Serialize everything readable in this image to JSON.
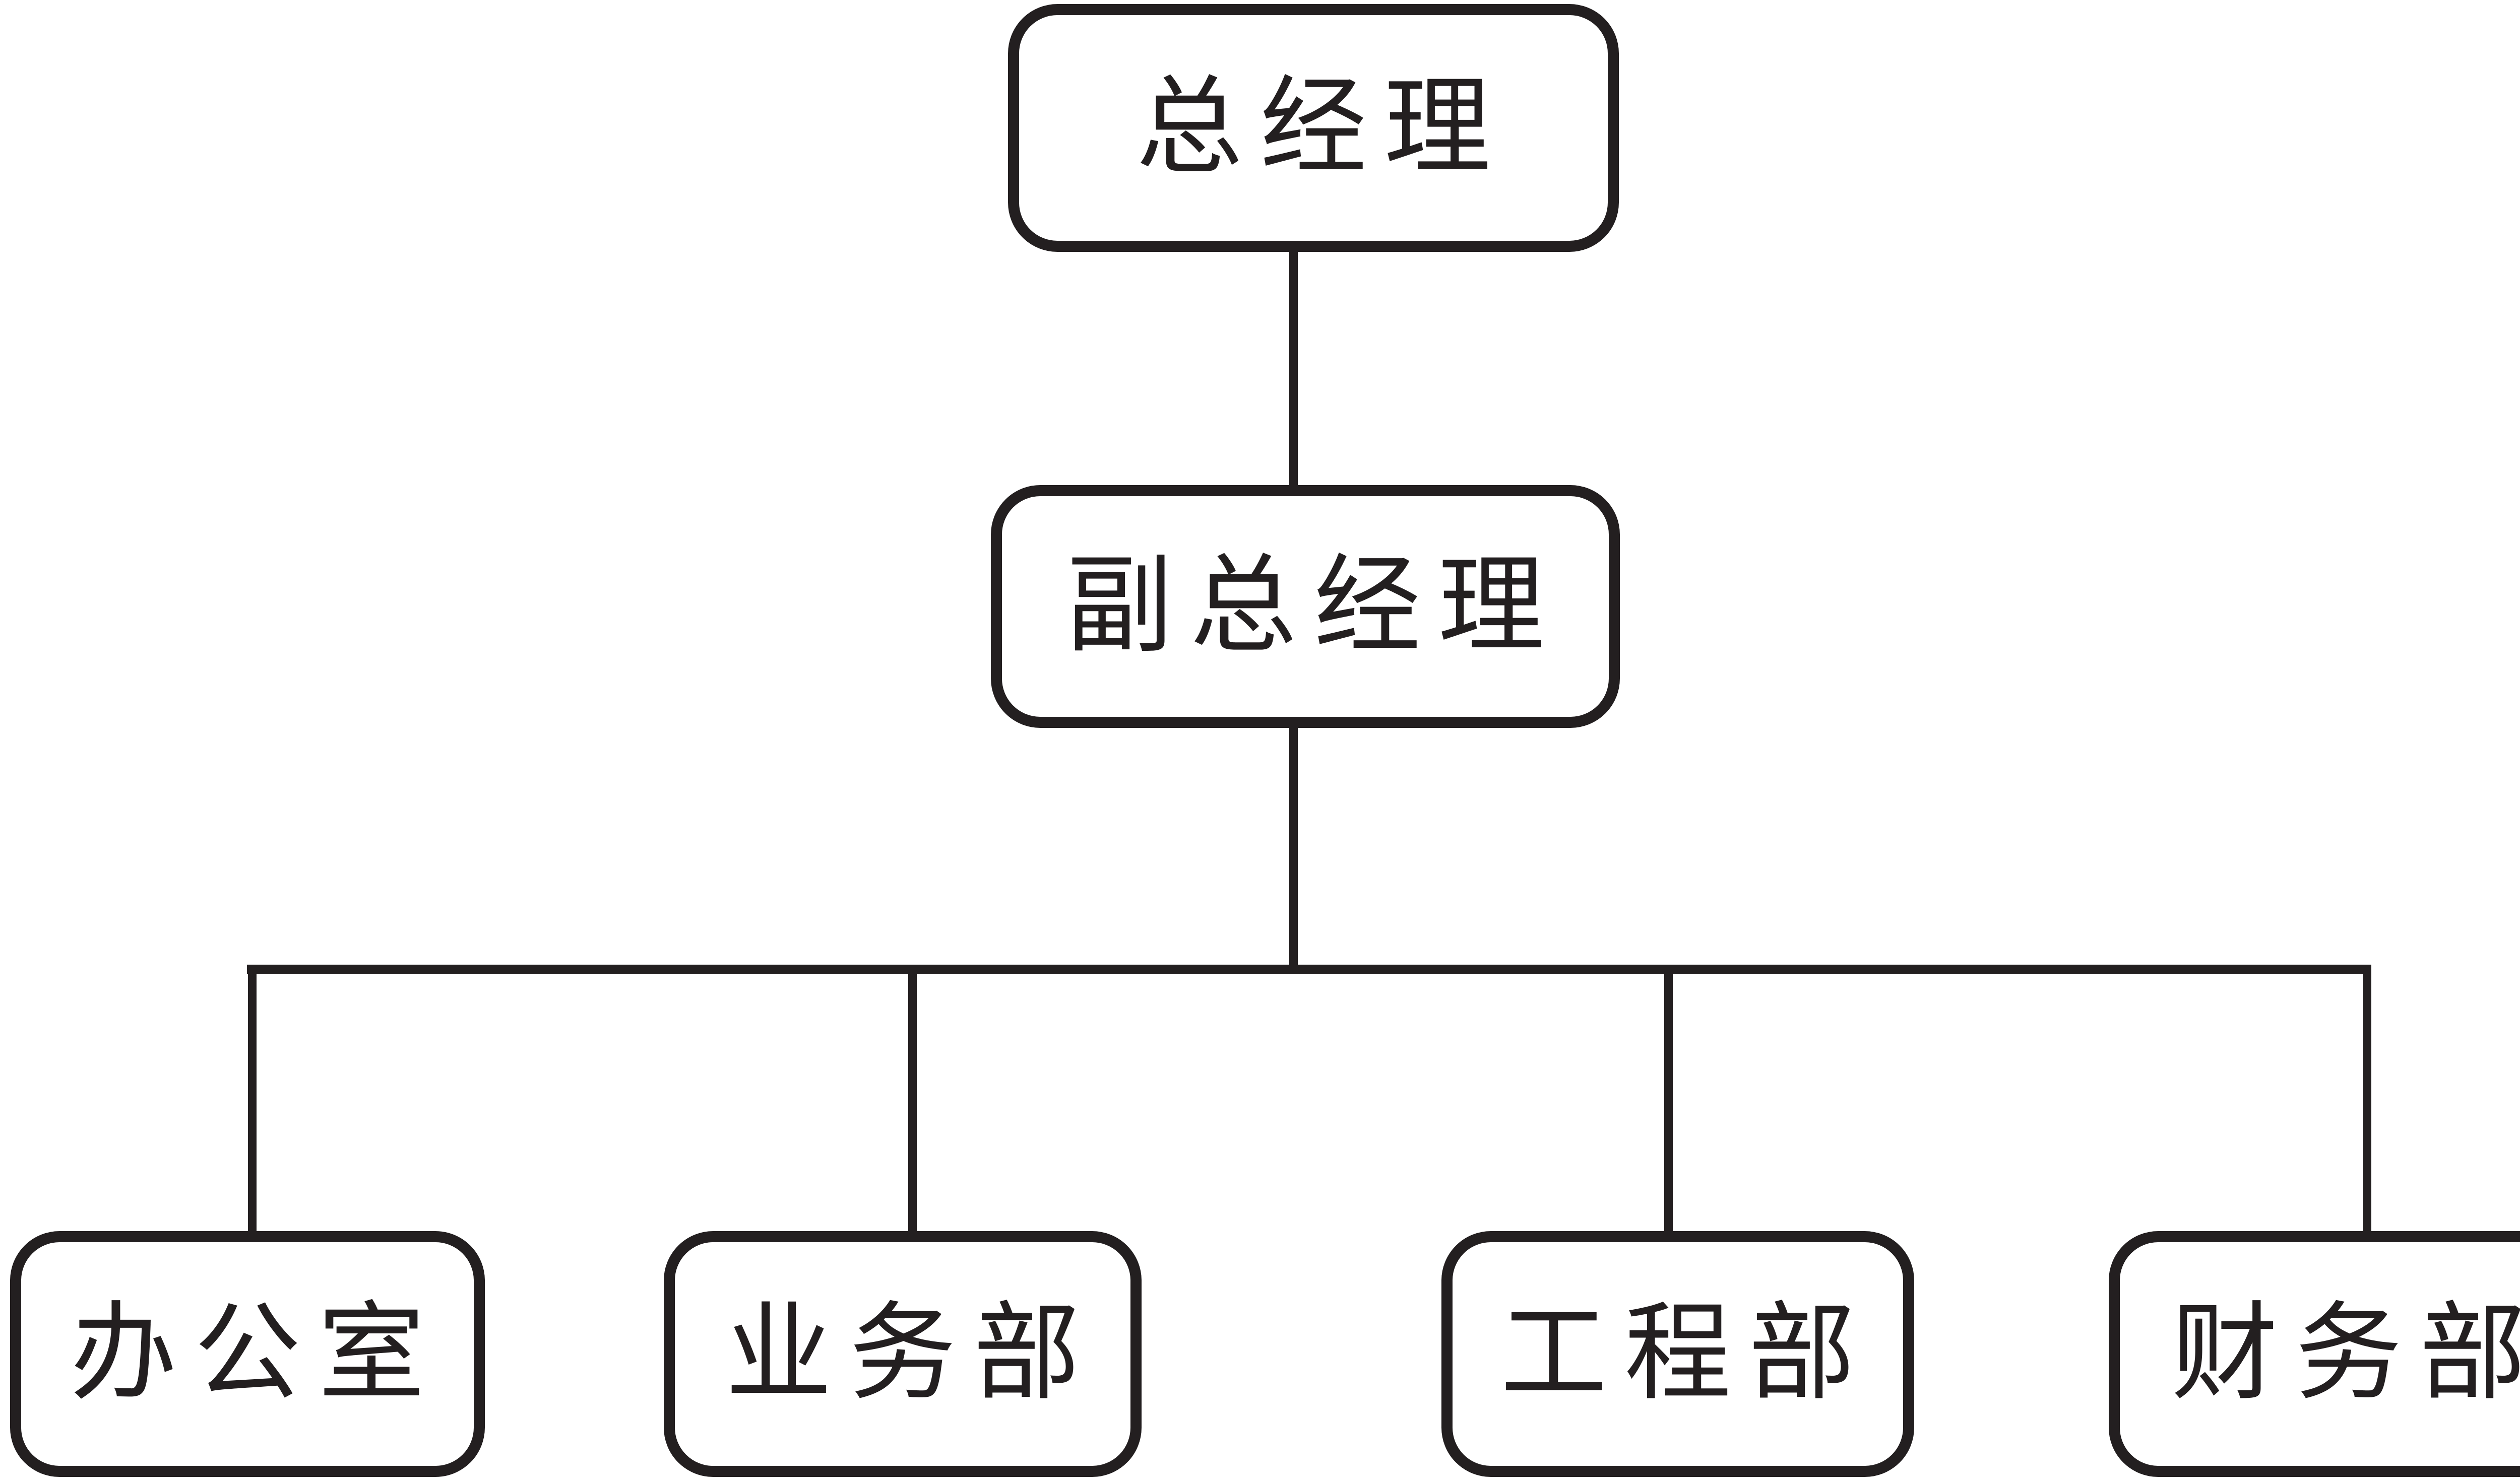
{
  "diagram": {
    "type": "org-chart",
    "colors": {
      "background": "#ffffff",
      "line": "#231f20",
      "box_fill": "#ffffff",
      "box_border": "#231f20",
      "text": "#231f20"
    },
    "root": {
      "label": "总经理"
    },
    "deputy": {
      "label": "副总经理"
    },
    "departments": [
      {
        "label": "办公室"
      },
      {
        "label": "业务部"
      },
      {
        "label": "工程部"
      },
      {
        "label": "财务部"
      }
    ]
  }
}
